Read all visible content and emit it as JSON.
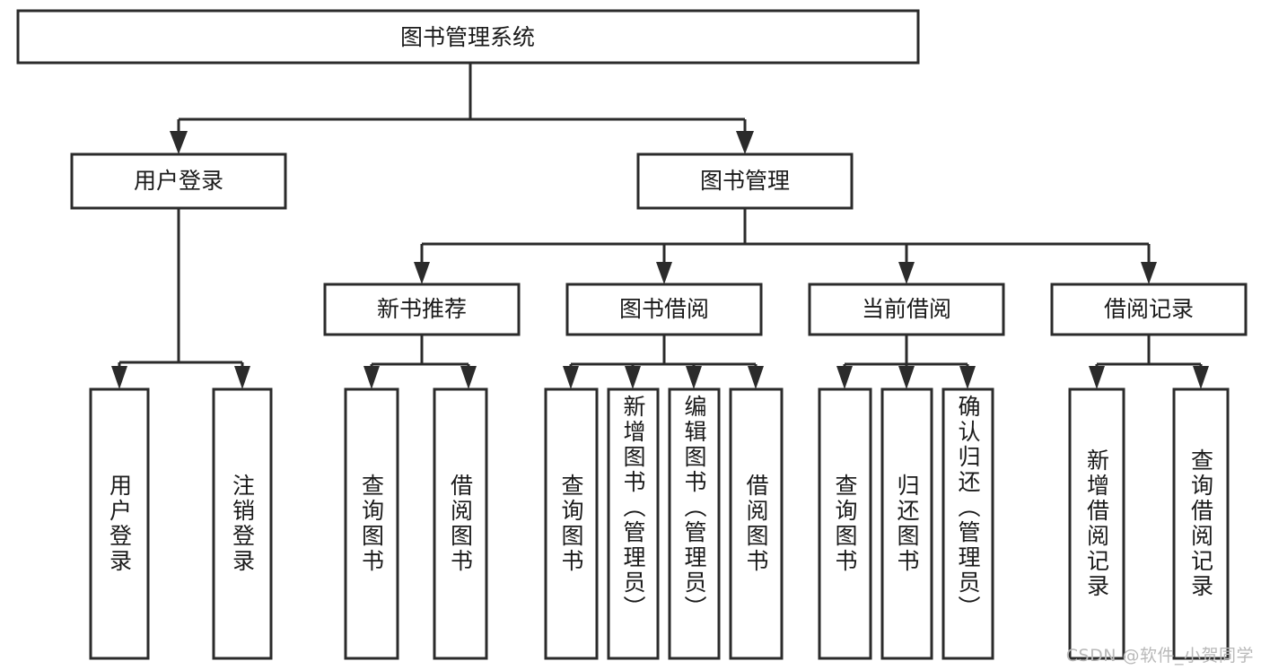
{
  "diagram": {
    "type": "tree-hierarchy",
    "title": "图书管理系统",
    "watermark": "CSDN @软件_小贺同学",
    "colors": {
      "box_stroke": "#2b2b2b",
      "box_fill": "#ffffff",
      "text": "#1a1a1a",
      "connector": "#2b2b2b",
      "watermark": "#b9b9b9",
      "background": "#ffffff"
    },
    "root": {
      "id": "root",
      "label": "图书管理系统",
      "level": 0
    },
    "level1": [
      {
        "id": "user-login",
        "label": "用户登录",
        "level": 1
      },
      {
        "id": "book-management",
        "label": "图书管理",
        "level": 1
      }
    ],
    "level2": [
      {
        "id": "new-book-recommend",
        "label": "新书推荐",
        "level": 2,
        "parent": "book-management"
      },
      {
        "id": "book-borrow",
        "label": "图书借阅",
        "level": 2,
        "parent": "book-management"
      },
      {
        "id": "current-borrow",
        "label": "当前借阅",
        "level": 2,
        "parent": "book-management"
      },
      {
        "id": "borrow-record",
        "label": "借阅记录",
        "level": 2,
        "parent": "book-management"
      }
    ],
    "leaves": [
      {
        "id": "leaf-user-login",
        "label": "用户登录",
        "parent": "user-login"
      },
      {
        "id": "leaf-user-logout",
        "label": "注销登录",
        "parent": "user-login"
      },
      {
        "id": "leaf-query-book-1",
        "label": "查询图书",
        "parent": "new-book-recommend"
      },
      {
        "id": "leaf-borrow-book-1",
        "label": "借阅图书",
        "parent": "new-book-recommend"
      },
      {
        "id": "leaf-query-book-2",
        "label": "查询图书",
        "parent": "book-borrow"
      },
      {
        "id": "leaf-add-book",
        "label": "新增图书（管理员）",
        "parent": "book-borrow"
      },
      {
        "id": "leaf-edit-book",
        "label": "编辑图书（管理员）",
        "parent": "book-borrow"
      },
      {
        "id": "leaf-borrow-book-2",
        "label": "借阅图书",
        "parent": "book-borrow"
      },
      {
        "id": "leaf-query-book-3",
        "label": "查询图书",
        "parent": "current-borrow"
      },
      {
        "id": "leaf-return-book",
        "label": "归还图书",
        "parent": "current-borrow"
      },
      {
        "id": "leaf-confirm-return",
        "label": "确认归还（管理员）",
        "parent": "current-borrow"
      },
      {
        "id": "leaf-add-record",
        "label": "新增借阅记录",
        "parent": "borrow-record"
      },
      {
        "id": "leaf-query-record",
        "label": "查询借阅记录",
        "parent": "borrow-record"
      }
    ]
  }
}
